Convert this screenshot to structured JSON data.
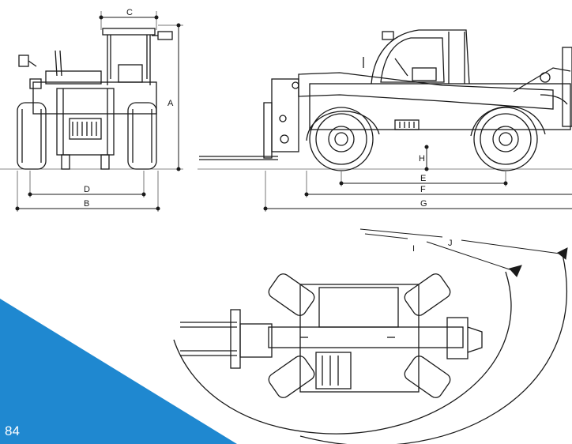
{
  "page_number": "84",
  "accent_color": "#1f88d0",
  "dimension_labels": {
    "a": "A",
    "b": "B",
    "c": "C",
    "d": "D",
    "e": "E",
    "f": "F",
    "g": "G",
    "h": "H",
    "i": "I",
    "j": "J"
  },
  "views": [
    "front-view",
    "side-view",
    "top-view-turning-radius"
  ]
}
